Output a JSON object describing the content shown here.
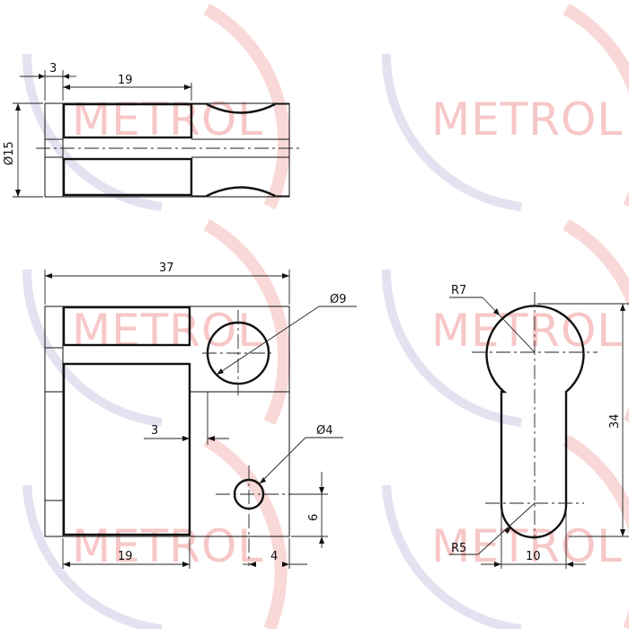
{
  "watermark": {
    "text": "METROL",
    "color": "#f7c7c7",
    "arc_color": "#f9d8d8"
  },
  "top_view": {
    "dims": {
      "d_left": "3",
      "d_width": "19",
      "d_dia": "Ø15"
    }
  },
  "front_view": {
    "dims": {
      "d_total": "37",
      "d_dia_big": "Ø9",
      "d_dia_small": "Ø4",
      "d_offset": "3",
      "d_slot_width": "19",
      "d_hole_x": "4",
      "d_hole_y": "6"
    }
  },
  "side_view": {
    "dims": {
      "r_top": "R7",
      "r_bottom": "R5",
      "height": "34",
      "width": "10"
    }
  }
}
